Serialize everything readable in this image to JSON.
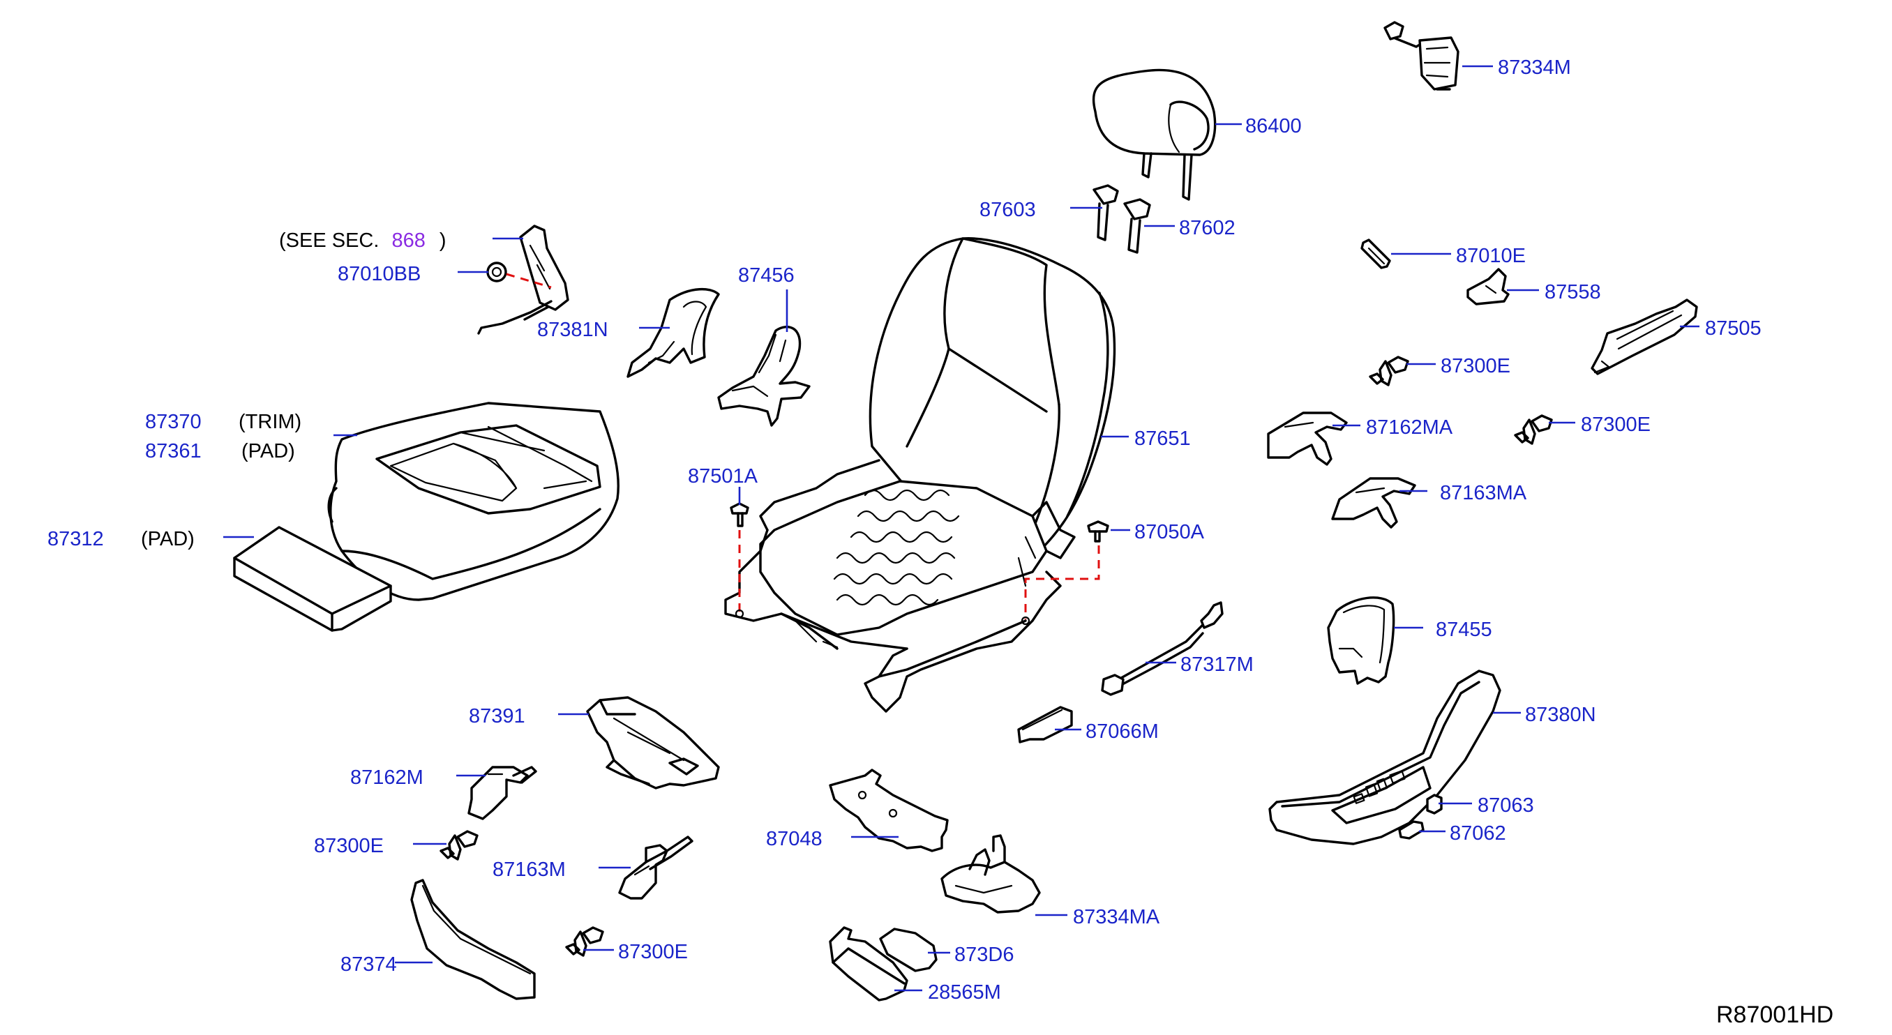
{
  "diagram_code": "R87001HD",
  "see_section": {
    "prefix": "(SEE   SEC.",
    "number": "868",
    "suffix": ")"
  },
  "parts": {
    "p87334M_top": "87334M",
    "p86400": "86400",
    "p87603": "87603",
    "p87602": "87602",
    "p87010BB": "87010BB",
    "p87456": "87456",
    "p87381N": "87381N",
    "p87010E": "87010E",
    "p87558": "87558",
    "p87505": "87505",
    "p87300E_a": "87300E",
    "p87370": "87370",
    "p87361": "87361",
    "p87162MA": "87162MA",
    "p87300E_b": "87300E",
    "p87651": "87651",
    "p87501A": "87501A",
    "p87163MA": "87163MA",
    "p87312": "87312",
    "p87050A": "87050A",
    "p87455": "87455",
    "p87317M": "87317M",
    "p87380N": "87380N",
    "p87391": "87391",
    "p87066M": "87066M",
    "p87162M": "87162M",
    "p87063": "87063",
    "p87048": "87048",
    "p87062": "87062",
    "p87300E_c": "87300E",
    "p87163M": "87163M",
    "p87334MA": "87334MA",
    "p873D6": "873D6",
    "p87374": "87374",
    "p87300E_d": "87300E",
    "p28565M": "28565M"
  },
  "notes": {
    "trim": "(TRIM)",
    "pad_87361": "(PAD)",
    "pad_87312": "(PAD)"
  }
}
